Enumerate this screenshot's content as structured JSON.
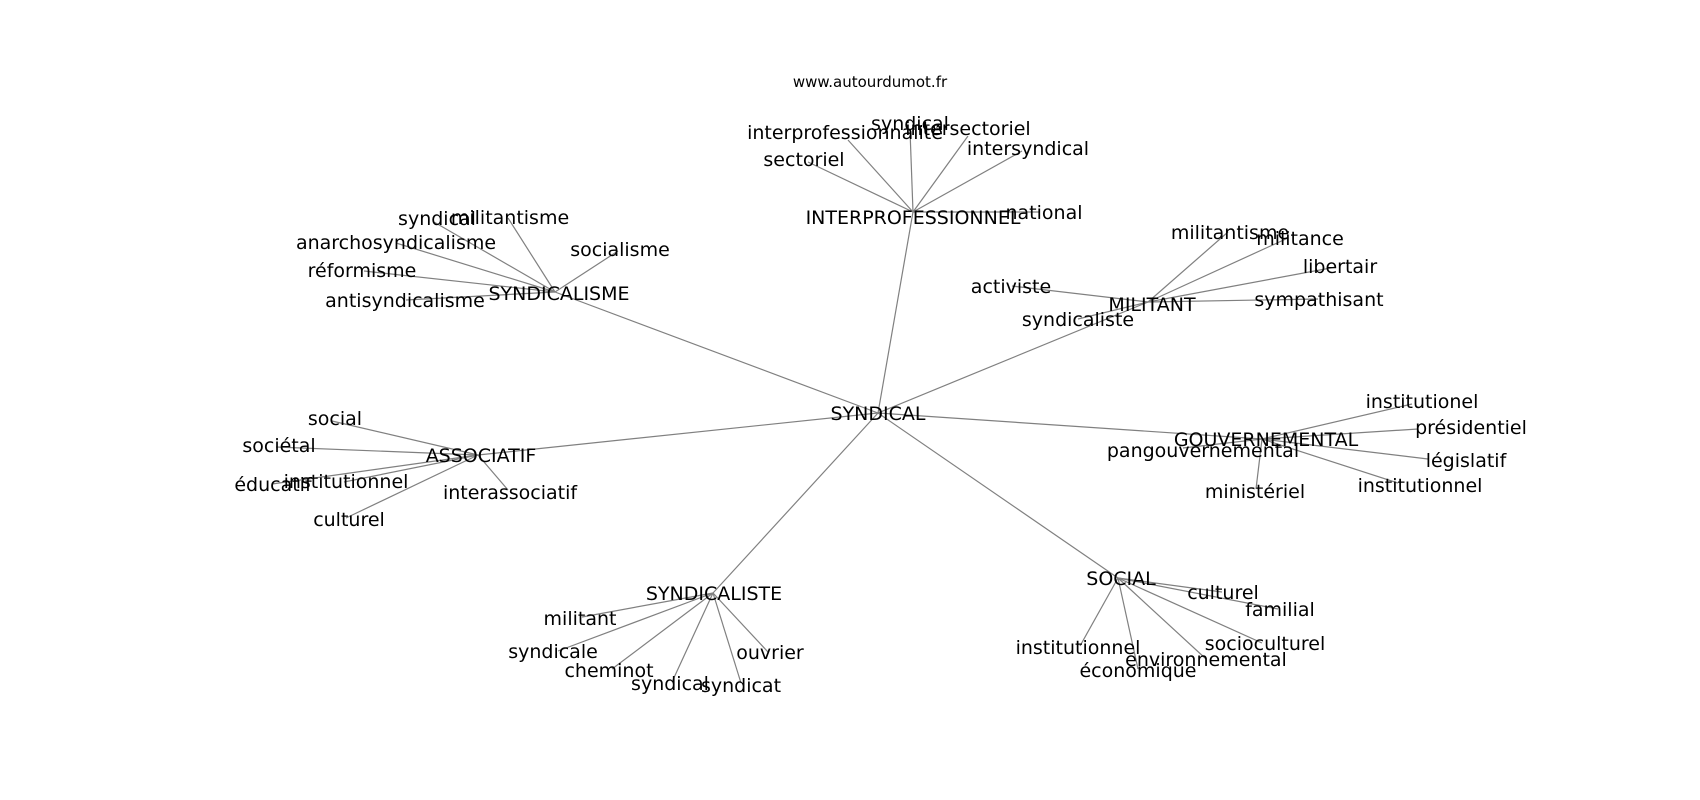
{
  "source_label": "www.autourdumot.fr",
  "colors": {
    "edge": "#808080",
    "text": "#000000",
    "background": "#ffffff"
  },
  "graph": {
    "center": "SYNDICAL",
    "hubs": [
      {
        "label": "INTERPROFESSIONNEL",
        "words": [
          "interprofessionnalité",
          "syndical",
          "intersectoriel",
          "sectoriel",
          "intersyndical",
          "national"
        ]
      },
      {
        "label": "SYNDICALISME",
        "words": [
          "syndical",
          "militantisme",
          "anarchosyndicalisme",
          "socialisme",
          "réformisme",
          "antisyndicalisme"
        ]
      },
      {
        "label": "MILITANT",
        "words": [
          "militantisme",
          "militance",
          "libertair",
          "activiste",
          "sympathisant",
          "syndicaliste"
        ]
      },
      {
        "label": "GOUVERNEMENTAL",
        "words": [
          "institutionel",
          "présidentiel",
          "pangouvernemental",
          "législatif",
          "institutionnel",
          "ministériel"
        ]
      },
      {
        "label": "ASSOCIATIF",
        "words": [
          "social",
          "sociétal",
          "institutionnel",
          "éducatif",
          "interassociatif",
          "culturel"
        ]
      },
      {
        "label": "SYNDICALISTE",
        "words": [
          "militant",
          "syndicale",
          "ouvrier",
          "cheminot",
          "syndical",
          "syndicat"
        ]
      },
      {
        "label": "SOCIAL",
        "words": [
          "culturel",
          "familial",
          "socioculturel",
          "institutionnel",
          "environnemental",
          "économique"
        ]
      }
    ]
  }
}
